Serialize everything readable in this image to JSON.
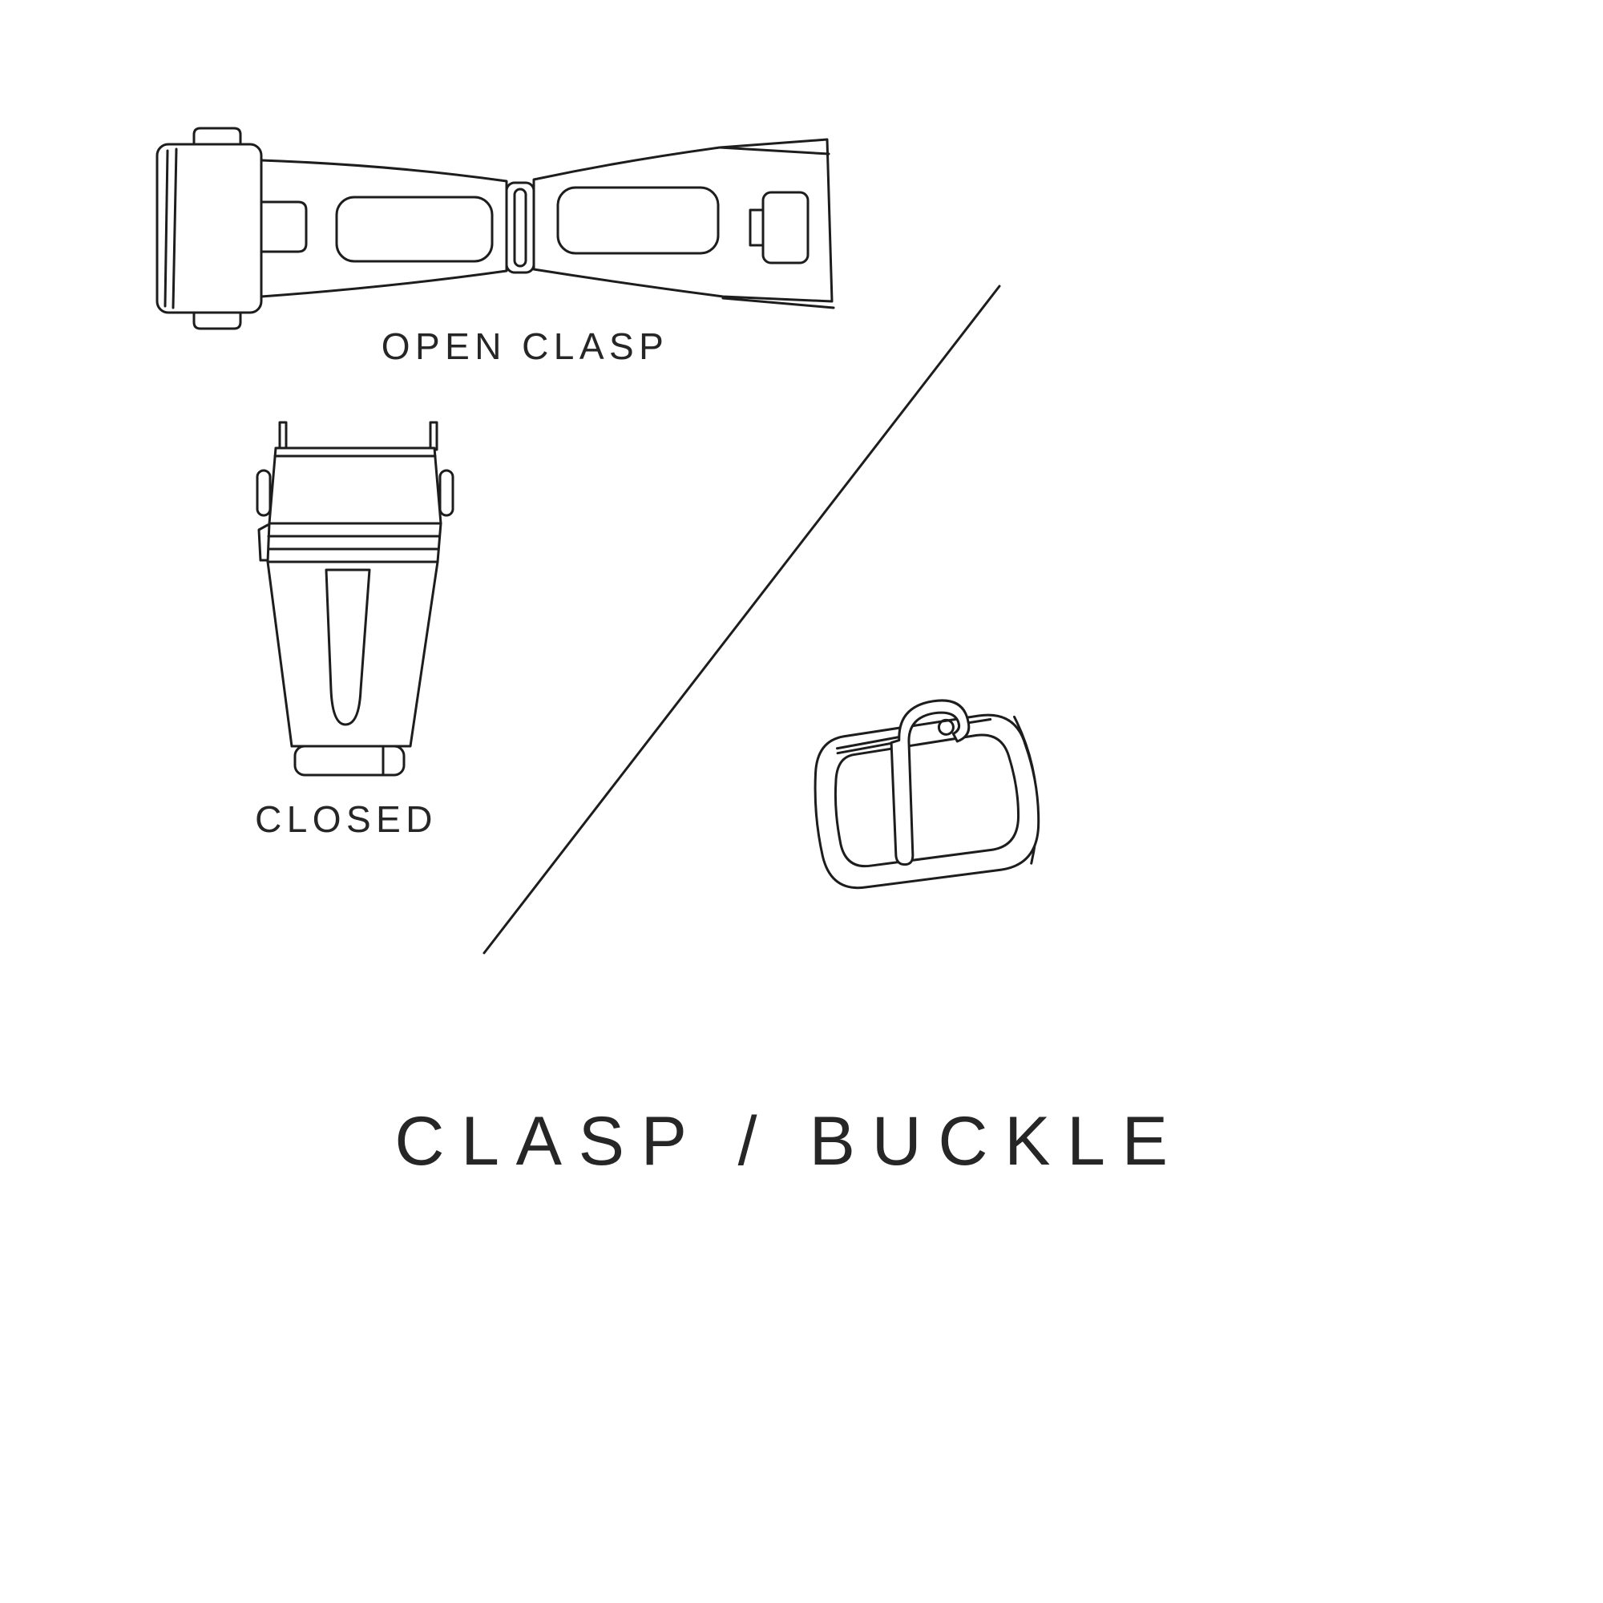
{
  "page": {
    "background": "#ffffff",
    "line_color": "#1d1d1d",
    "text_color": "#262626"
  },
  "labels": {
    "open_clasp": "OPEN CLASP",
    "closed": "CLOSED",
    "title": "CLASP / BUCKLE"
  },
  "illustrations": {
    "open_clasp": "open-deployant-clasp-line-drawing",
    "closed_clasp": "closed-clasp-line-drawing",
    "buckle": "tang-buckle-line-drawing",
    "divider": "diagonal-divider-line"
  }
}
